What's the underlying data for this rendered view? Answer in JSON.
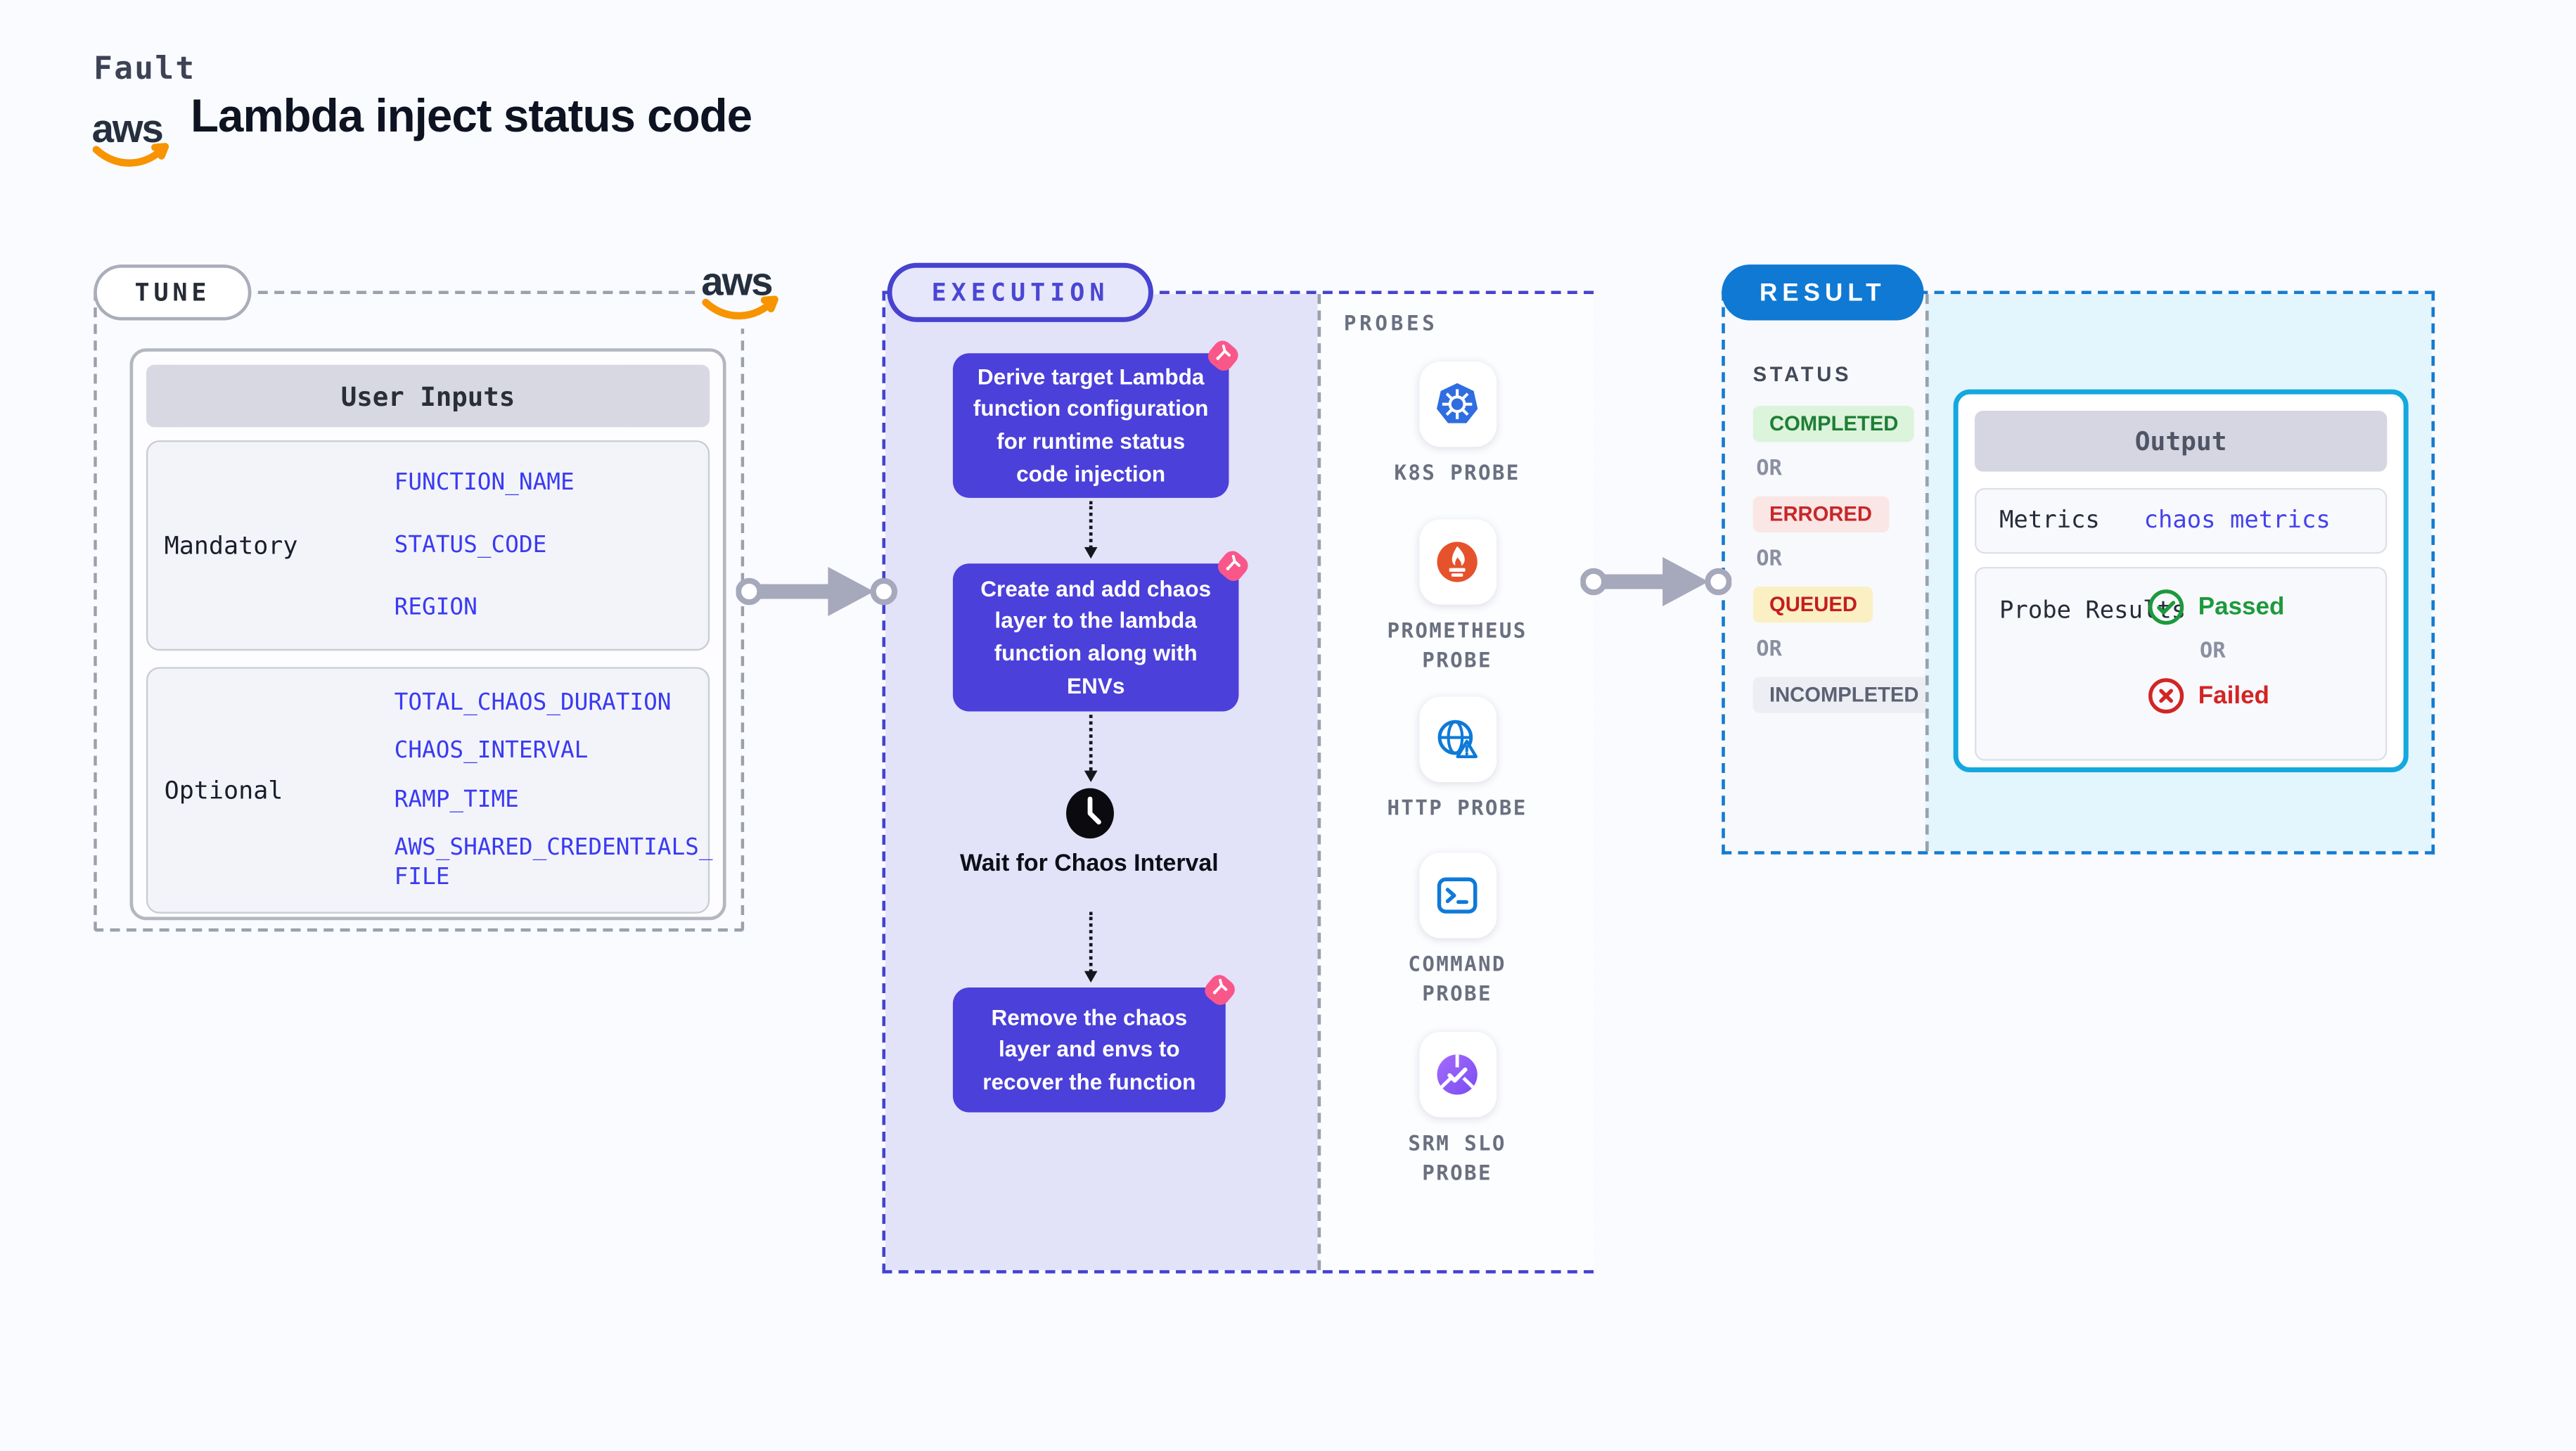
{
  "header": {
    "eyebrow": "Fault",
    "title": "Lambda inject status code",
    "aws_logo_text": "aws"
  },
  "tune": {
    "badge": "TUNE",
    "table": {
      "title": "User Inputs",
      "rows": [
        {
          "label": "Mandatory",
          "vars": [
            "FUNCTION_NAME",
            "STATUS_CODE",
            "REGION"
          ]
        },
        {
          "label": "Optional",
          "vars": [
            "TOTAL_CHAOS_DURATION",
            "CHAOS_INTERVAL",
            "RAMP_TIME",
            "AWS_SHARED_CREDENTIALS_FILE"
          ]
        }
      ]
    }
  },
  "execution": {
    "badge": "EXECUTION",
    "steps": [
      {
        "text": "Derive target Lambda function configuration for runtime status code injection"
      },
      {
        "text": "Create and add chaos layer to the lambda function along with ENVs"
      },
      {
        "text": "Remove the chaos layer and envs to recover the function"
      }
    ],
    "wait_label": "Wait for Chaos Interval",
    "probes": {
      "title": "PROBES",
      "items": [
        {
          "name": "K8S PROBE",
          "icon": "kubernetes-icon"
        },
        {
          "name": "PROMETHEUS PROBE",
          "icon": "prometheus-icon"
        },
        {
          "name": "HTTP PROBE",
          "icon": "http-globe-icon"
        },
        {
          "name": "COMMAND PROBE",
          "icon": "terminal-icon"
        },
        {
          "name": "SRM SLO PROBE",
          "icon": "srm-slo-icon"
        }
      ]
    }
  },
  "result": {
    "badge": "RESULT",
    "status_title": "STATUS",
    "or_label": "OR",
    "statuses": [
      {
        "label": "COMPLETED",
        "state": "completed",
        "bg": "#dcf3dc",
        "fg": "#1e7e34"
      },
      {
        "label": "ERRORED",
        "state": "errored",
        "bg": "#fbe6e6",
        "fg": "#c62828"
      },
      {
        "label": "QUEUED",
        "state": "queued",
        "bg": "#fbf0c4",
        "fg": "#c41e1e"
      },
      {
        "label": "INCOMPLETED",
        "state": "incompleted",
        "bg": "#eceef4",
        "fg": "#5c6273"
      }
    ],
    "output": {
      "title": "Output",
      "metrics_label": "Metrics",
      "metrics_value": "chaos metrics",
      "probe_results_label": "Probe Results",
      "passed_label": "Passed",
      "failed_label": "Failed"
    }
  },
  "colors": {
    "page_bg": "#fafbff",
    "step_indigo": "#4b40d9",
    "execution_border": "#4543cf",
    "execution_bg": "#e2e2f9",
    "tune_border": "#9ba1ab",
    "result_border": "#147bd1",
    "result_bg": "#e3f5fd",
    "output_border": "#14a8de",
    "variable_blue": "#3a3af2",
    "litmus_pink": "#f9578a",
    "kubernetes_blue": "#2f6de0",
    "prometheus_orange": "#e6522c",
    "probe_blue": "#0e7ad8",
    "srm_purple": "#8a5cf5",
    "passed_green": "#1d9a3c",
    "failed_red": "#d32424",
    "aws_orange": "#f79400",
    "arrow_gray": "#a6a8bb"
  }
}
